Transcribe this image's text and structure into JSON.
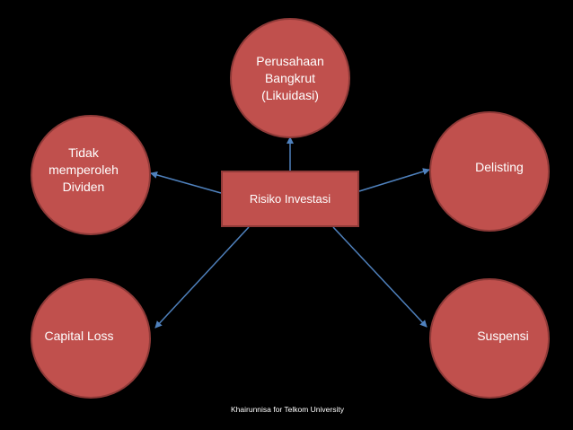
{
  "diagram": {
    "center": {
      "label": "Risiko Investasi"
    },
    "nodes": [
      {
        "id": "perusahaan-bangkrut",
        "label": "Perusahaan\nBangkrut\n(Likuidasi)"
      },
      {
        "id": "tidak-memperoleh-dividen",
        "label": "Tidak\nmemperoleh\nDividen"
      },
      {
        "id": "delisting",
        "label": "Delisting"
      },
      {
        "id": "capital-loss",
        "label": "Capital Loss"
      },
      {
        "id": "suspensi",
        "label": "Suspensi"
      }
    ],
    "colors": {
      "background": "#000000",
      "node_fill": "#c0504d",
      "node_border": "#8f3a38",
      "connector": "#4f81bd",
      "text": "#ffffff"
    }
  },
  "footer": {
    "credit": "Khairunnisa for Telkom University"
  }
}
